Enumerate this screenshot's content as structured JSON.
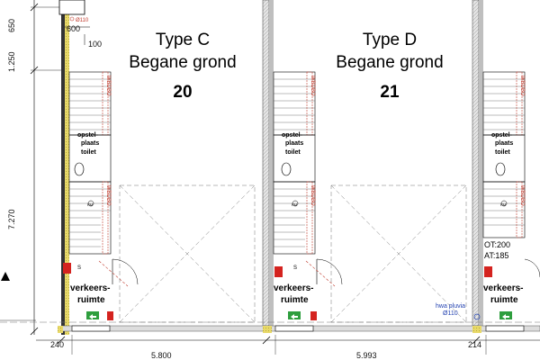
{
  "units": [
    {
      "type_label": "Type C",
      "floor_label": "Begane grond",
      "number": "20"
    },
    {
      "type_label": "Type D",
      "floor_label": "Begane grond",
      "number": "21"
    }
  ],
  "rooms": {
    "opstelplaats_line1": "opstel-",
    "opstelplaats_line2": "plaats",
    "toilet": "toilet",
    "verkeersruimte_line1": "verkeers-",
    "verkeersruimte_line2": "ruimte"
  },
  "labels": {
    "wbdbo": "WBDBO",
    "rm": "RM",
    "s": "S",
    "ot": "OT:200",
    "at": "AT:185",
    "hwa_line1": "hwa pluvia",
    "hwa_line2": "Ø110",
    "small_top": "Ø110"
  },
  "dimensions": {
    "left_650": "650",
    "left_1250": "1.250",
    "left_7270": "7.270",
    "top_600": "600",
    "top_100": "100",
    "bottom_240": "240",
    "bottom_5800": "5.800",
    "bottom_5993": "5.993",
    "bottom_214": "214"
  },
  "colors": {
    "wall_fill": "#d9d9d9",
    "insulation": "#e8d96a",
    "red_marking": "#c0392b",
    "exit_sign": "#2e9e3e",
    "fire_sign": "#d4231f",
    "blue_note": "#1f3fb0"
  }
}
